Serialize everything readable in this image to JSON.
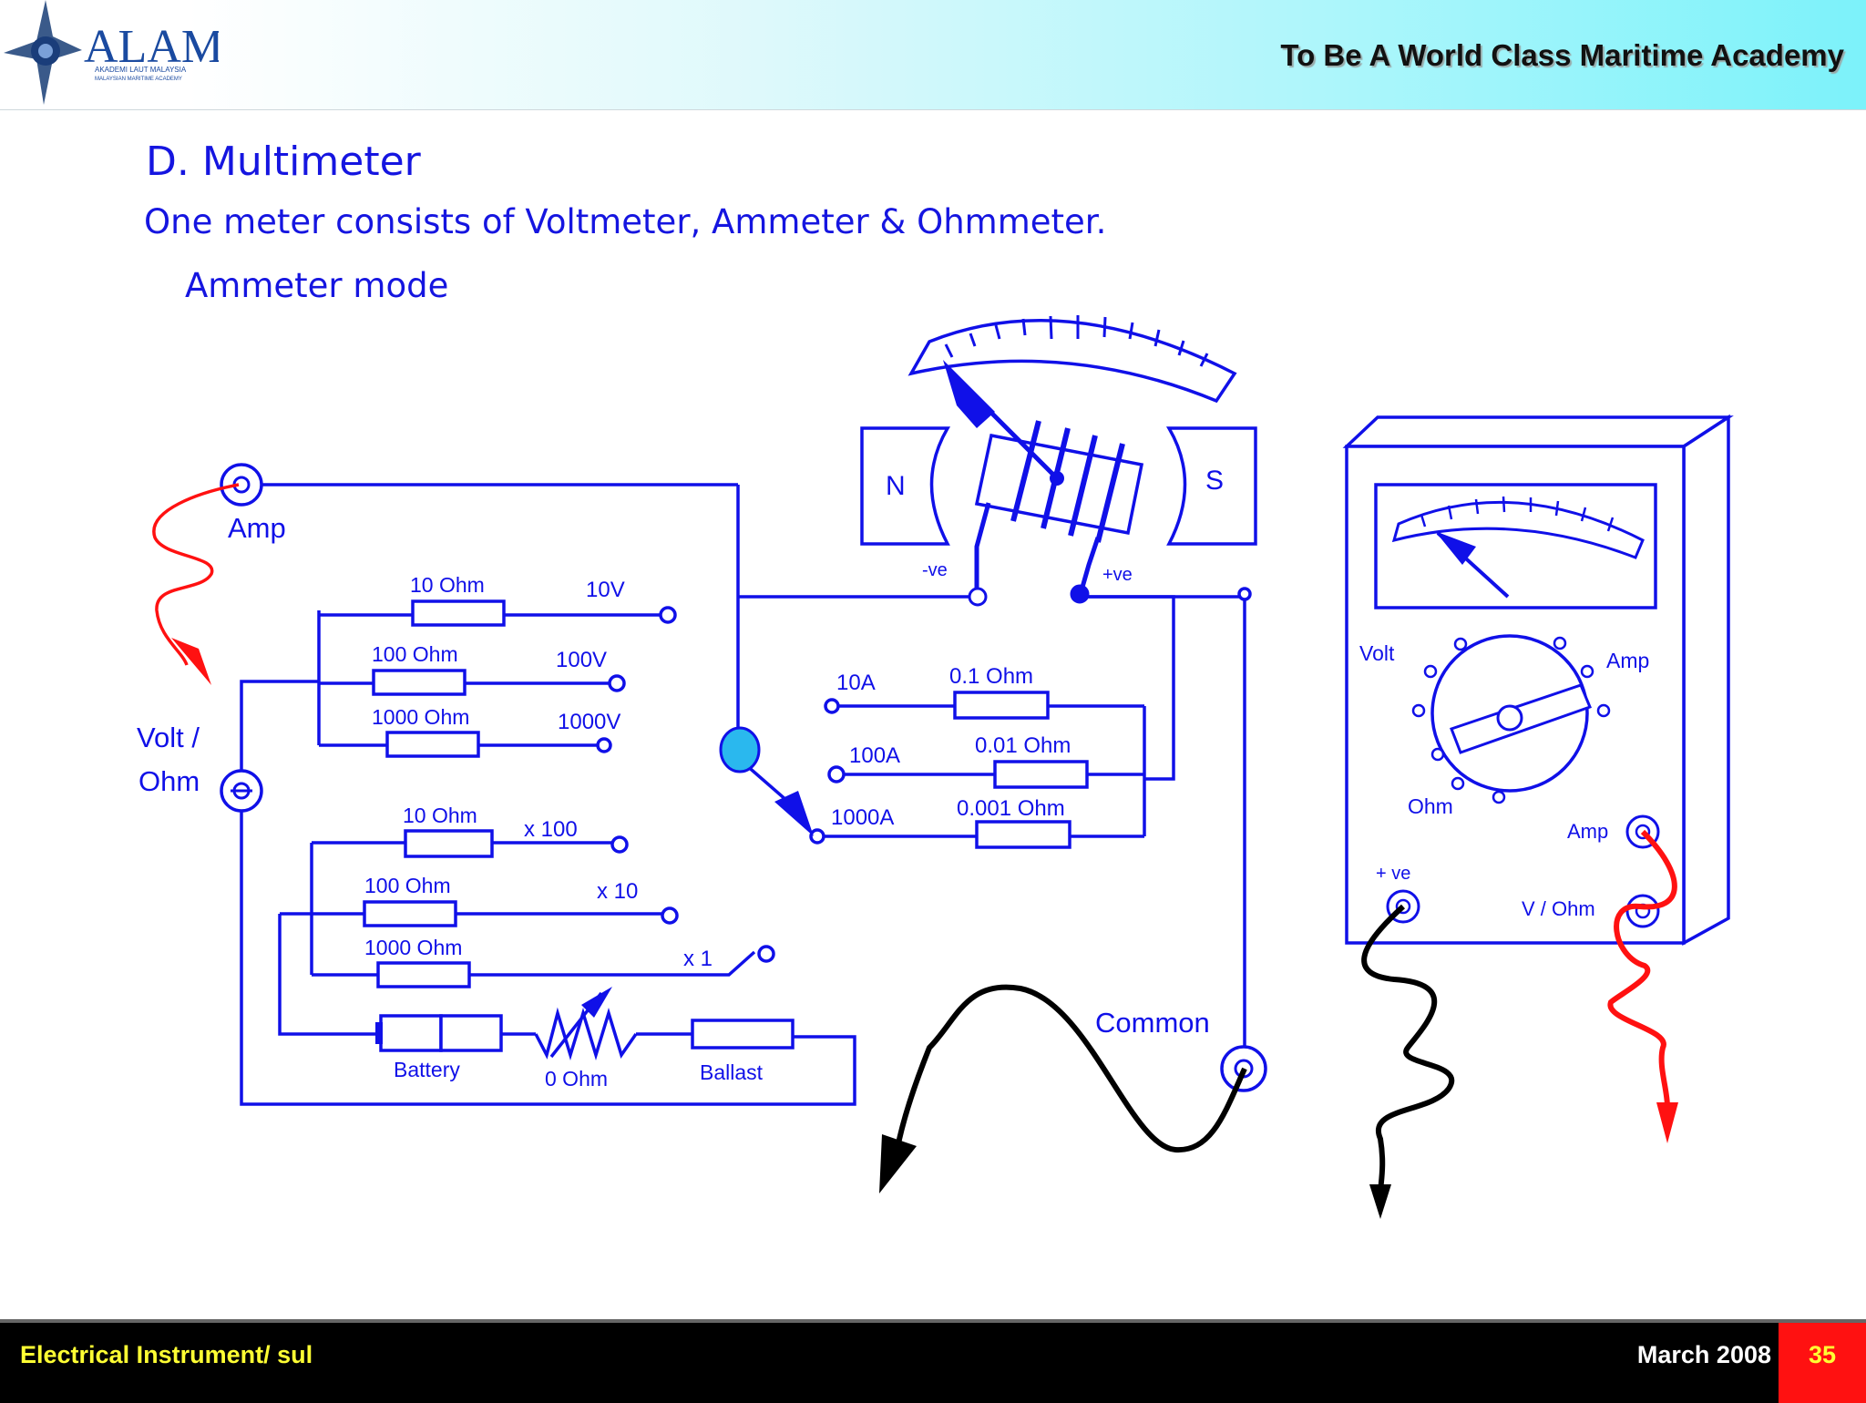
{
  "header": {
    "logo_text": "ALAM",
    "logo_subtext_1": "AKADEMI LAUT MALAYSIA",
    "logo_subtext_2": "MALAYSIAN MARITIME ACADEMY",
    "motto": "To Be A World Class Maritime Academy"
  },
  "slide": {
    "title": "D. Multimeter",
    "subtitle": "One meter consists of Voltmeter, Ammeter & Ohmmeter.",
    "mode": "Ammeter mode"
  },
  "diagram": {
    "terminal_amp": "Amp",
    "terminal_volt": "Volt /",
    "terminal_ohm": "Ohm",
    "magnet_north": "N",
    "magnet_south": "S",
    "neg_label": "-ve",
    "pos_label": "+ve",
    "voltmeter_resistors": [
      "10 Ohm",
      "100 Ohm",
      "1000 Ohm"
    ],
    "voltmeter_ranges": [
      "10V",
      "100V",
      "1000V"
    ],
    "shunt_ranges": [
      "10A",
      "100A",
      "1000A"
    ],
    "shunt_resistors": [
      "0.1 Ohm",
      "0.01 Ohm",
      "0.001 Ohm"
    ],
    "ohmmeter_resistors": [
      "10 Ohm",
      "100 Ohm",
      "1000 Ohm"
    ],
    "ohmmeter_ranges": [
      "x 100",
      "x 10",
      "x 1"
    ],
    "battery_label": "Battery",
    "zero_ohm_label": "0 Ohm",
    "ballast_label": "Ballast",
    "common_label": "Common",
    "device_volt": "Volt",
    "device_amp": "Amp",
    "device_ohm": "Ohm",
    "device_pos": "+ ve",
    "device_amp_terminal": "Amp",
    "device_vohm_terminal": "V / Ohm"
  },
  "footer": {
    "left": "Electrical Instrument/ sul",
    "date": "March 2008",
    "page": "35"
  },
  "colors": {
    "circuit": "#1010e8",
    "lead_red": "#ff1111",
    "lead_black": "#000000",
    "footer_text": "#ffff33"
  }
}
